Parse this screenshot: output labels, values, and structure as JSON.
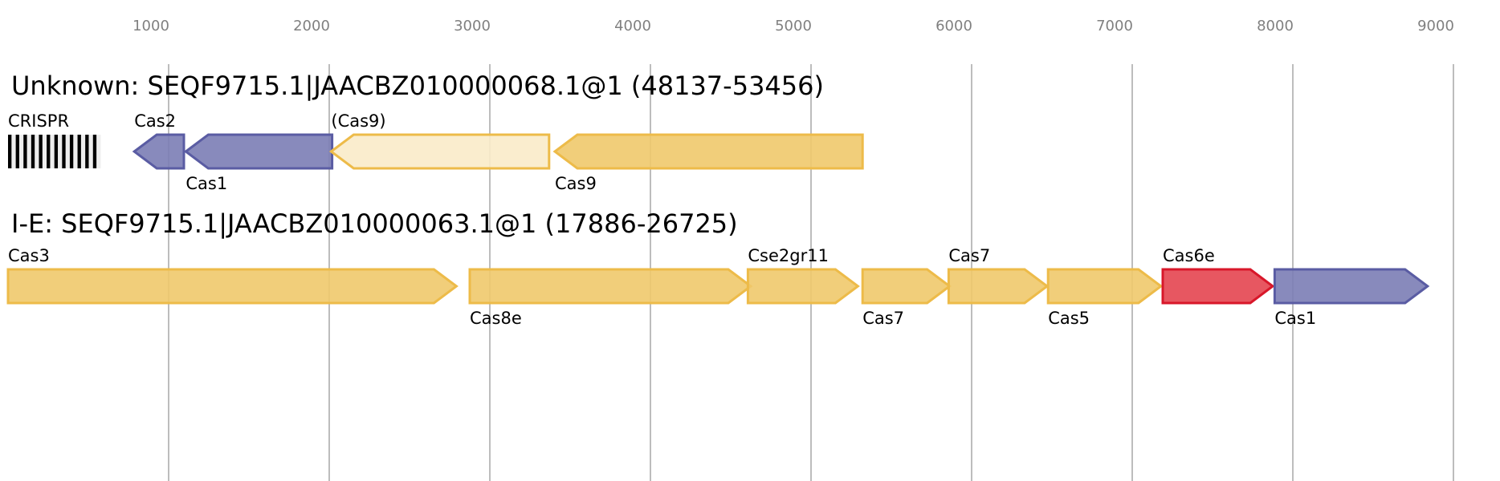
{
  "axis": {
    "ticks": [
      1000,
      2000,
      3000,
      4000,
      5000,
      6000,
      7000,
      8000,
      9000
    ],
    "tick_labels": [
      "1000",
      "2000",
      "3000",
      "4000",
      "5000",
      "6000",
      "7000",
      "8000",
      "9000"
    ]
  },
  "colors": {
    "yellow": {
      "fill": "#f0c96b",
      "stroke": "#edbb49"
    },
    "yellow_light": {
      "fill": "#faebc9",
      "stroke": "#edbb49"
    },
    "blue": {
      "fill": "#7b7db5",
      "stroke": "#5a5ca3"
    },
    "red": {
      "fill": "#e44550",
      "stroke": "#d8172a"
    }
  },
  "tracks": [
    {
      "title": "Unknown: SEQF9715.1|JAACBZ010000068.1@1 (48137-53456)",
      "crispr": {
        "label": "CRISPR",
        "start": 0,
        "end": 577,
        "repeats": 12
      },
      "genes": [
        {
          "label": "Cas2",
          "start": 786,
          "end": 1095,
          "strand": "-",
          "color": "blue",
          "label_pos": "above"
        },
        {
          "label": "Cas1",
          "start": 1107,
          "end": 2018,
          "strand": "-",
          "color": "blue",
          "label_pos": "below"
        },
        {
          "label": "(Cas9)",
          "start": 2012,
          "end": 3369,
          "strand": "-",
          "color": "yellow_light",
          "label_pos": "above"
        },
        {
          "label": "Cas9",
          "start": 3405,
          "end": 5321,
          "strand": "-",
          "color": "yellow",
          "label_pos": "below"
        }
      ]
    },
    {
      "title": "I-E: SEQF9715.1|JAACBZ010000063.1@1 (17886-26725)",
      "genes": [
        {
          "label": "Cas3",
          "start": 0,
          "end": 2792,
          "strand": "+",
          "color": "yellow",
          "label_pos": "above"
        },
        {
          "label": "Cas8e",
          "start": 2875,
          "end": 4625,
          "strand": "+",
          "color": "yellow",
          "label_pos": "below"
        },
        {
          "label": "Cse2gr11",
          "start": 4607,
          "end": 5292,
          "strand": "+",
          "color": "yellow",
          "label_pos": "above"
        },
        {
          "label": "Cas7",
          "start": 5321,
          "end": 5863,
          "strand": "+",
          "color": "yellow",
          "label_pos": "below"
        },
        {
          "label": "Cas7",
          "start": 5857,
          "end": 6470,
          "strand": "+",
          "color": "yellow",
          "label_pos": "above"
        },
        {
          "label": "Cas5",
          "start": 6476,
          "end": 7179,
          "strand": "+",
          "color": "yellow",
          "label_pos": "below"
        },
        {
          "label": "Cas6e",
          "start": 7190,
          "end": 7875,
          "strand": "+",
          "color": "red",
          "label_pos": "above"
        },
        {
          "label": "Cas1",
          "start": 7887,
          "end": 8839,
          "strand": "+",
          "color": "blue",
          "label_pos": "below"
        }
      ]
    }
  ]
}
